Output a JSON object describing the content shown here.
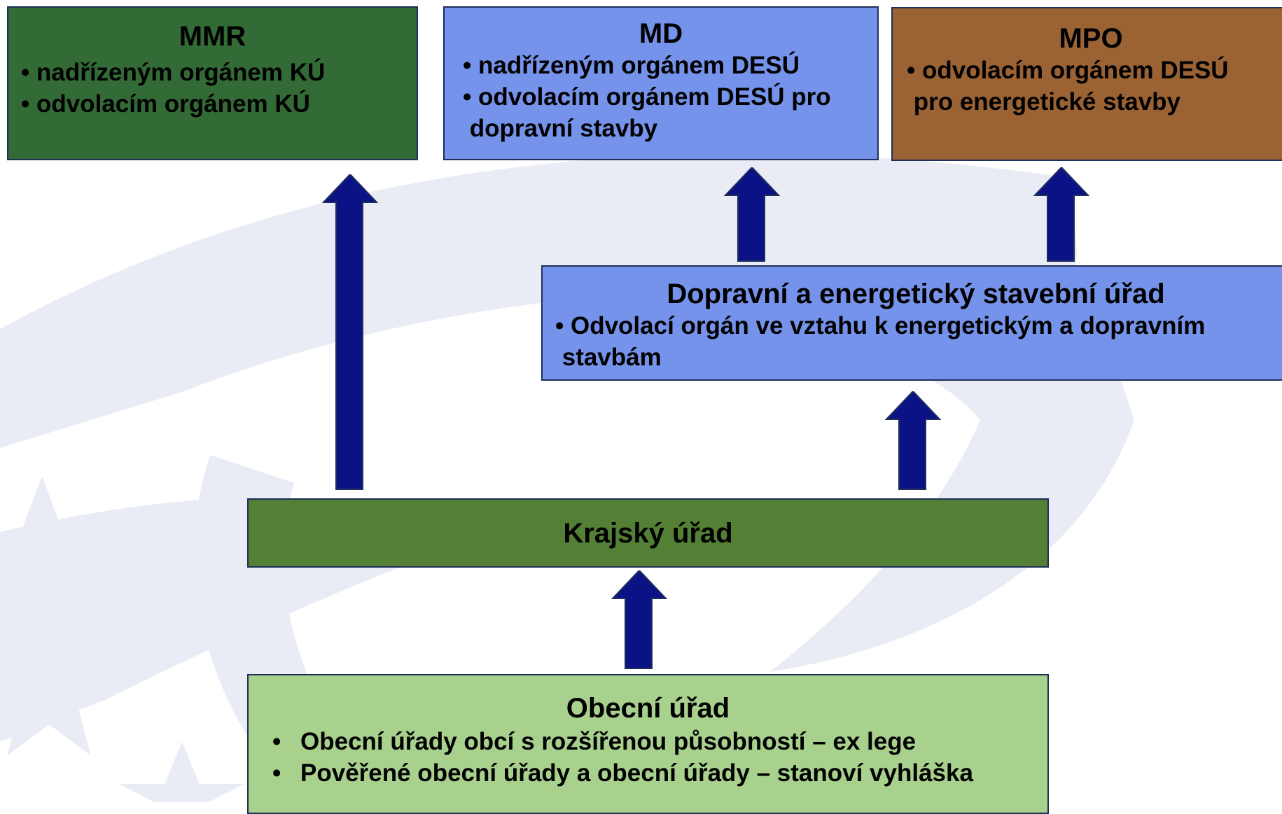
{
  "mmr": {
    "title": "MMR",
    "items": [
      "• nadřízeným orgánem KÚ",
      "• odvolacím orgánem KÚ"
    ]
  },
  "md": {
    "title": "MD",
    "lines": [
      "• nadřízeným orgánem DESÚ",
      "• odvolacím orgánem DESÚ pro",
      " dopravní stavby"
    ]
  },
  "mpo": {
    "title": "MPO",
    "lines": [
      "• odvolacím orgánem DESÚ",
      " pro energetické stavby"
    ]
  },
  "desu": {
    "title": "Dopravní a energetický stavební úřad",
    "lines": [
      "• Odvolací orgán ve vztahu k energetickým a dopravním",
      " stavbám"
    ]
  },
  "ku": {
    "title": "Krajský úřad"
  },
  "ou": {
    "title": "Obecní úřad",
    "items": [
      {
        "bullet": "•",
        "text": "Obecní úřady obcí s rozšířenou působností – ex lege"
      },
      {
        "bullet": "•",
        "text": "Pověřené obecní úřady a obecní úřady – stanoví vyhláška"
      }
    ]
  },
  "colors": {
    "mmr": "#336b36",
    "blue_boxes": "#7593ea",
    "mpo": "#9b6333",
    "kraj": "#548035",
    "obec": "#a8d18d",
    "arrow": "#0a1285",
    "border": "#1f2f5a"
  }
}
